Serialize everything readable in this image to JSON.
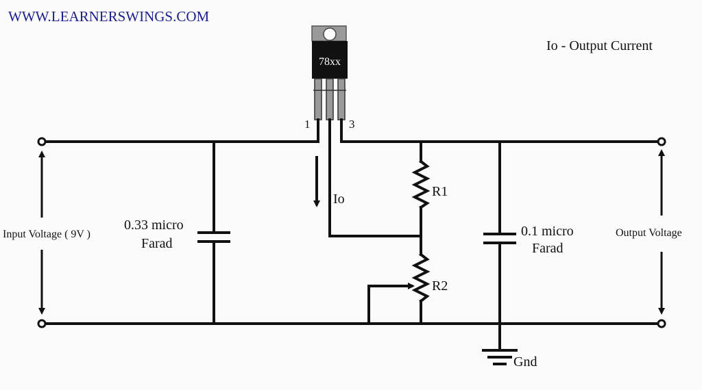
{
  "watermark": "WWW.LEARNERSWINGS.COM",
  "legend": "Io - Output Current",
  "regulator": {
    "label": "78xx",
    "pin_left": "1",
    "pin_right": "3"
  },
  "current_label": "Io",
  "input_label": "Input Voltage ( 9V )",
  "output_label": "Output Voltage",
  "input_capacitor": {
    "line1": "0.33 micro",
    "line2": "Farad"
  },
  "output_capacitor": {
    "line1": "0.1 micro",
    "line2": "Farad"
  },
  "resistor1": "R1",
  "resistor2": "R2",
  "ground": "Gnd",
  "colors": {
    "watermark": "#1a1f8c",
    "ink": "#111111",
    "package_metal": "#9a9a9a",
    "package_body": "#111111"
  }
}
